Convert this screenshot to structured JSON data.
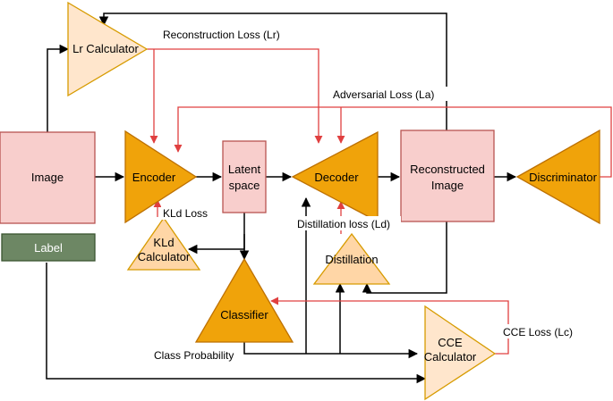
{
  "nodes": {
    "lr_calculator": "Lr Calculator",
    "image": "Image",
    "encoder": "Encoder",
    "latent_line1": "Latent",
    "latent_line2": "space",
    "decoder": "Decoder",
    "reconstructed_line1": "Reconstructed",
    "reconstructed_line2": "Image",
    "discriminator": "Discriminator",
    "label": "Label",
    "kld_line1": "KLd",
    "kld_line2": "Calculator",
    "classifier": "Classifier",
    "distillation": "Distillation",
    "cce_line1": "CCE",
    "cce_line2": "Calculator"
  },
  "edges": {
    "reconstruction_loss": "Reconstruction Loss  (Lr)",
    "adversarial_loss": "Adversarial Loss (La)",
    "kld_loss": "KLd Loss",
    "distillation_loss": "Distillation loss (Ld)",
    "class_probability": "Class Probability",
    "cce_loss": "CCE Loss (Lc)"
  },
  "colors": {
    "orange": "#f0a30a",
    "orange_stroke": "#bd7000",
    "light_orange": "#ffd6a6",
    "light_orange_stroke": "#d79b00",
    "peach": "#ffe6cc",
    "pink": "#f8cecc",
    "pink_stroke": "#b85450",
    "green": "#6d8764",
    "green_stroke": "#3a5431",
    "red": "#e04040",
    "black": "#000000"
  }
}
